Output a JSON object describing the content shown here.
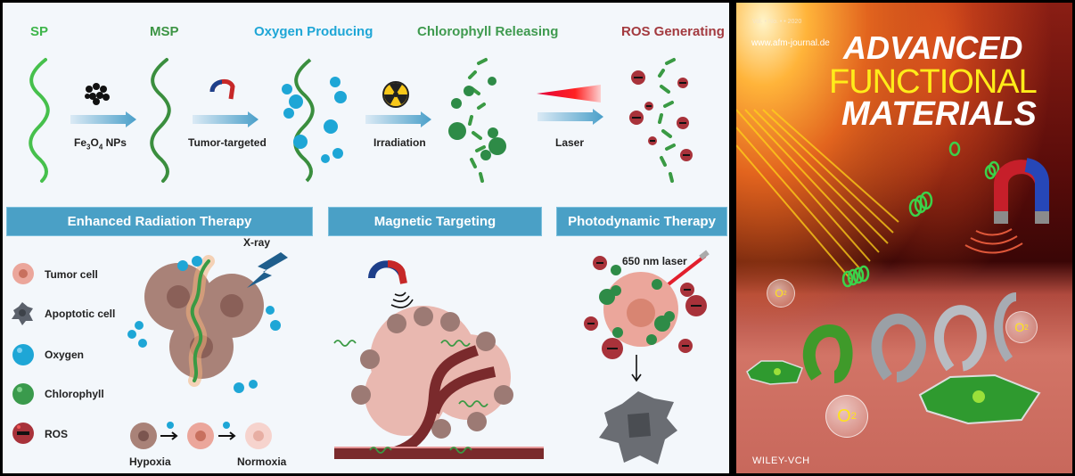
{
  "scheme": {
    "stages": [
      {
        "title": "SP",
        "color": "#3db54a"
      },
      {
        "title": "MSP",
        "color": "#3c9444"
      },
      {
        "title": "Oxygen Producing",
        "color": "#1ea6d6"
      },
      {
        "title": "Chlorophyll Releasing",
        "color": "#3f9a4f"
      },
      {
        "title": "ROS Generating",
        "color": "#a33a3f"
      }
    ],
    "steps": [
      {
        "label_main": "Fe",
        "sub1": "3",
        "mid": "O",
        "sub2": "4",
        "tail": " NPs"
      },
      {
        "label": "Tumor-targeted"
      },
      {
        "label": "Irradiation"
      },
      {
        "label": "Laser"
      }
    ]
  },
  "sections": [
    {
      "title": "Enhanced Radiation Therapy"
    },
    {
      "title": "Magnetic Targeting"
    },
    {
      "title": "Photodynamic Therapy"
    }
  ],
  "legend": [
    {
      "label": "Tumor cell"
    },
    {
      "label": "Apoptotic cell"
    },
    {
      "label": "Oxygen"
    },
    {
      "label": "Chlorophyll"
    },
    {
      "label": "ROS"
    }
  ],
  "radiation": {
    "xray_label": "X-ray",
    "hypoxia_label": "Hypoxia",
    "normoxia_label": "Normoxia"
  },
  "pdt": {
    "laser_label": "650 nm laser"
  },
  "cover": {
    "issue_line": "Vol. • No. • • 2020",
    "url": "www.afm-journal.de",
    "title_line1": "ADVANCED",
    "title_line2": "FUNCTIONAL",
    "title_line3": "MATERIALS",
    "o2_label": "O",
    "o2_sub": "2",
    "publisher": "WILEY-VCH"
  },
  "colors": {
    "section_bar": "#4aa0c6",
    "oxygen": "#1ea6d6",
    "chlorophyll": "#3a9a4c",
    "ros": "#a8323a",
    "arrow": "#5aa9cf"
  }
}
